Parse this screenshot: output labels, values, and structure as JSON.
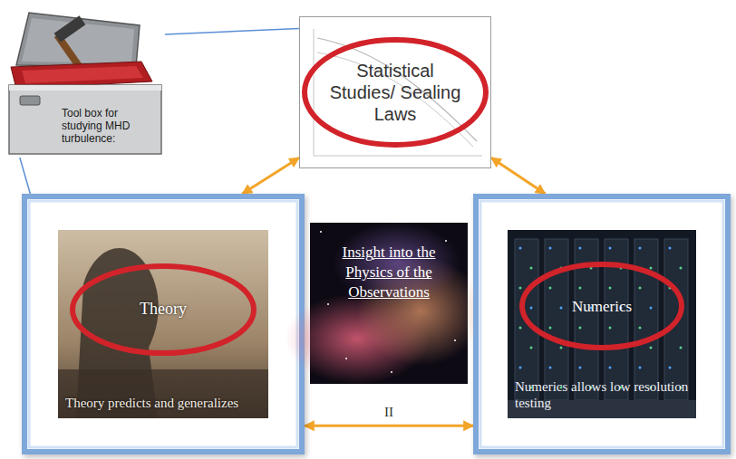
{
  "diagram": {
    "nodes": [
      {
        "text": [
          "Tool box for studying MHD turbulence:"
        ]
      },
      {
        "text": [
          "Statistical Studies/ Sealing Laws"
        ]
      },
      {
        "text": [
          "Theory",
          "Theory predicts and generalizes"
        ]
      },
      {
        "text": [
          "Insight into the Physics of the Observations"
        ]
      },
      {
        "text": [
          "Numerics",
          "Numerics allows low resolution testing"
        ]
      }
    ],
    "edges": [
      {
        "from": 0,
        "to": 1,
        "arrow": "none"
      },
      {
        "from": 0,
        "to": 2,
        "arrow": "none"
      },
      {
        "from": 2,
        "to": 1,
        "arrow": "both"
      },
      {
        "from": 4,
        "to": 1,
        "arrow": "both"
      },
      {
        "from": 2,
        "to": 4,
        "arrow": "both",
        "label": "II"
      }
    ]
  }
}
